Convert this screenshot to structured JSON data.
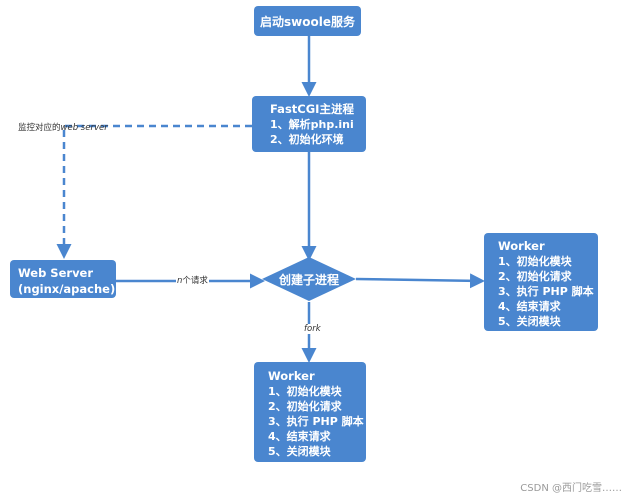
{
  "colors": {
    "box": "#4a86cf",
    "line": "#4a86cf",
    "text_on_box": "#ffffff"
  },
  "start": {
    "label": "启动swoole服务"
  },
  "master": {
    "title": "FastCGI主进程",
    "lines": [
      "1、解析php.ini",
      "2、初始化环境"
    ]
  },
  "webserver": {
    "lines": [
      "Web Server",
      "(nginx/apache)"
    ]
  },
  "fork_node": {
    "label": "创建子进程"
  },
  "worker_right": {
    "title": "Worker",
    "lines": [
      "1、初始化模块",
      "2、初始化请求",
      "3、执行 PHP 脚本",
      "4、结束请求",
      "5、关闭模块"
    ]
  },
  "worker_bottom": {
    "title": "Worker",
    "lines": [
      "1、初始化模块",
      "2、初始化请求",
      "3、执行 PHP 脚本",
      "4、结束请求",
      "5、关闭模块"
    ]
  },
  "edge_labels": {
    "monitor_prefix": "监控对应的",
    "monitor_italic": "web server",
    "requests_italic": "n",
    "requests_suffix": "个请求",
    "fork": "fork"
  },
  "watermark": "CSDN @西门吃雪……"
}
